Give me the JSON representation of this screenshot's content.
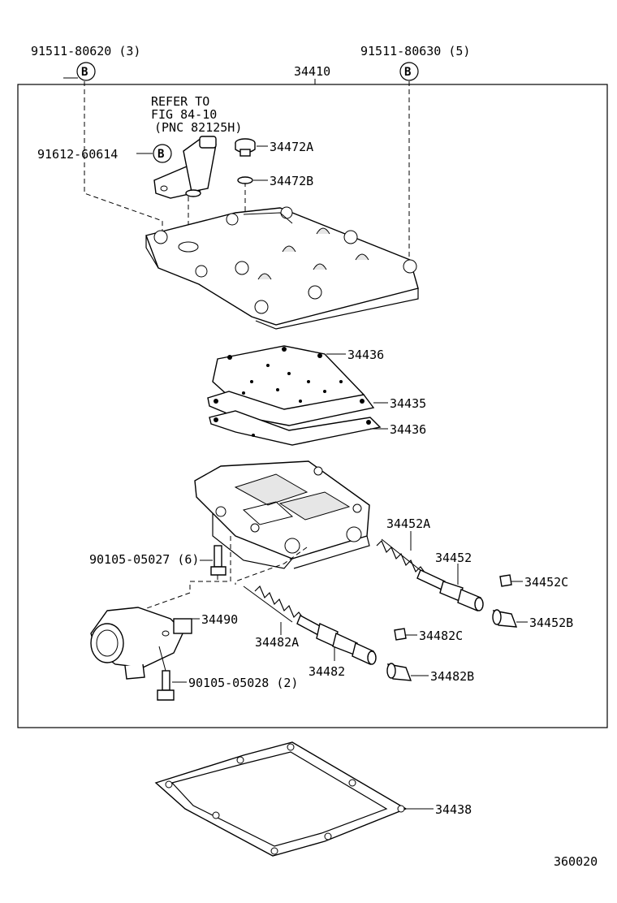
{
  "figure_id": "360020",
  "assembly": {
    "part_no": "34410"
  },
  "bolts_left": {
    "part_no": "91511-80620",
    "qty": "(3)",
    "marker": "B"
  },
  "bolts_right": {
    "part_no": "91511-80630",
    "qty": "(5)",
    "marker": "B"
  },
  "sensor_bolt": {
    "part_no": "91612-60614",
    "marker": "B"
  },
  "refer_note": {
    "line1": "REFER TO",
    "line2": "FIG 84-10",
    "line3": "(PNC 82125H)"
  },
  "parts": {
    "p34472A": "34472A",
    "p34472B": "34472B",
    "p34436_top": "34436",
    "p34435": "34435",
    "p34436_bottom": "34436",
    "p34452A": "34452A",
    "p34452": "34452",
    "p34452C": "34452C",
    "p34452B": "34452B",
    "p90105_05027": "90105-05027 (6)",
    "p34490": "34490",
    "p34482A": "34482A",
    "p34482C": "34482C",
    "p34482": "34482",
    "p34482B": "34482B",
    "p90105_05028": "90105-05028 (2)",
    "p34438": "34438"
  }
}
